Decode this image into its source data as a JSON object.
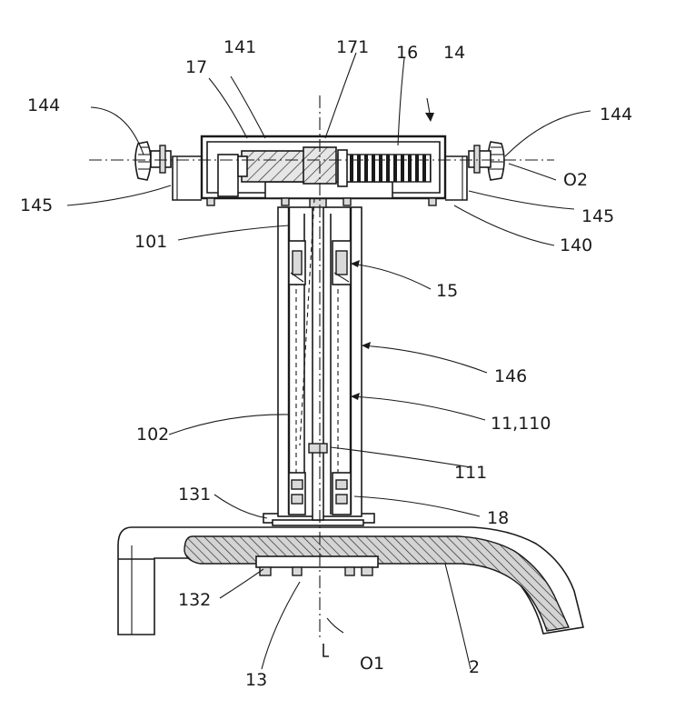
{
  "labels": {
    "l141": "141",
    "l171": "171",
    "l16": "16",
    "l14": "14",
    "l17": "17",
    "l144_left": "144",
    "l144_right": "144",
    "l145_left": "145",
    "l145_right": "145",
    "lO2": "O2",
    "l140": "140",
    "l101": "101",
    "l15": "15",
    "l146": "146",
    "l11_110": "11,110",
    "l102": "102",
    "l111": "111",
    "l131": "131",
    "l18": "18",
    "l132": "132",
    "l13": "13",
    "lO1": "O1",
    "l2": "2"
  }
}
